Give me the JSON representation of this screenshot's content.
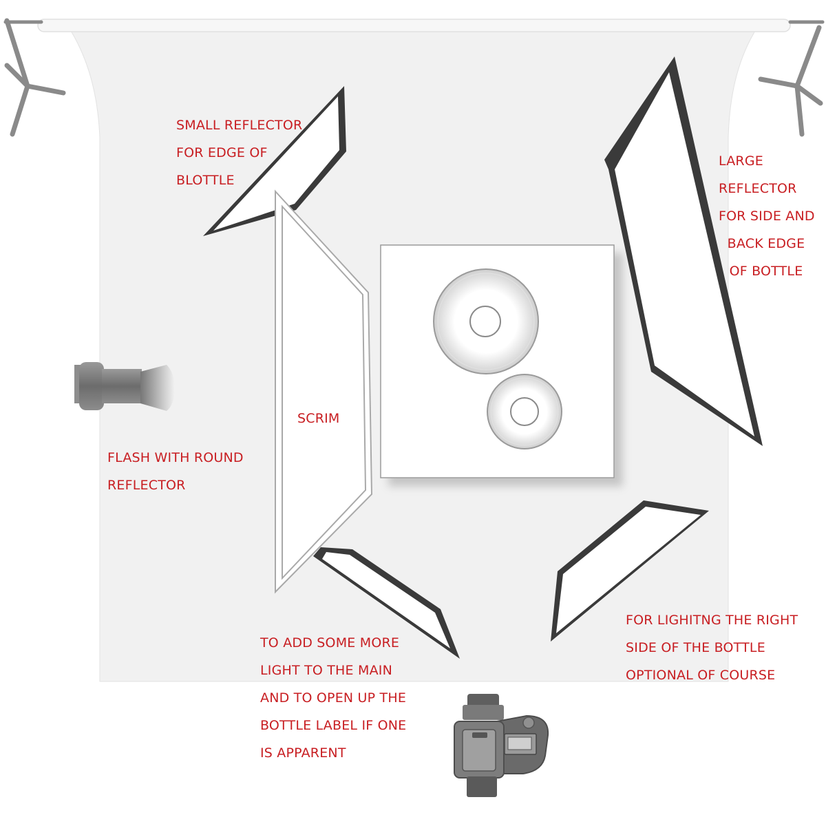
{
  "labels": {
    "small_reflector": [
      "SMALL REFLECTOR",
      "FOR EDGE OF",
      "BLOTTLE"
    ],
    "large_reflector": [
      "LARGE",
      "REFLECTOR",
      "FOR SIDE AND",
      "BACK EDGE",
      "OF BOTTLE"
    ],
    "scrim": [
      "SCRIM"
    ],
    "flash": [
      "FLASH WITH ROUND",
      "REFLECTOR"
    ],
    "bottom_reflector": [
      "TO ADD SOME MORE",
      "LIGHT TO THE MAIN",
      "AND TO OPEN UP THE",
      "BOTTLE LABEL IF ONE",
      "IS APPARENT"
    ],
    "right_reflector": [
      "FOR LIGHITNG THE RIGHT",
      "SIDE OF THE BOTTLE",
      "OPTIONAL OF COURSE"
    ]
  },
  "colors": {
    "label": "#c81e22",
    "backdrop": "#f1f1f1",
    "reflector_edge": "#3a3a3a",
    "stand": "#8a8a8a"
  },
  "icons": {
    "flash": "studio-flash-icon",
    "camera": "camera-icon",
    "stand": "light-stand-icon"
  }
}
